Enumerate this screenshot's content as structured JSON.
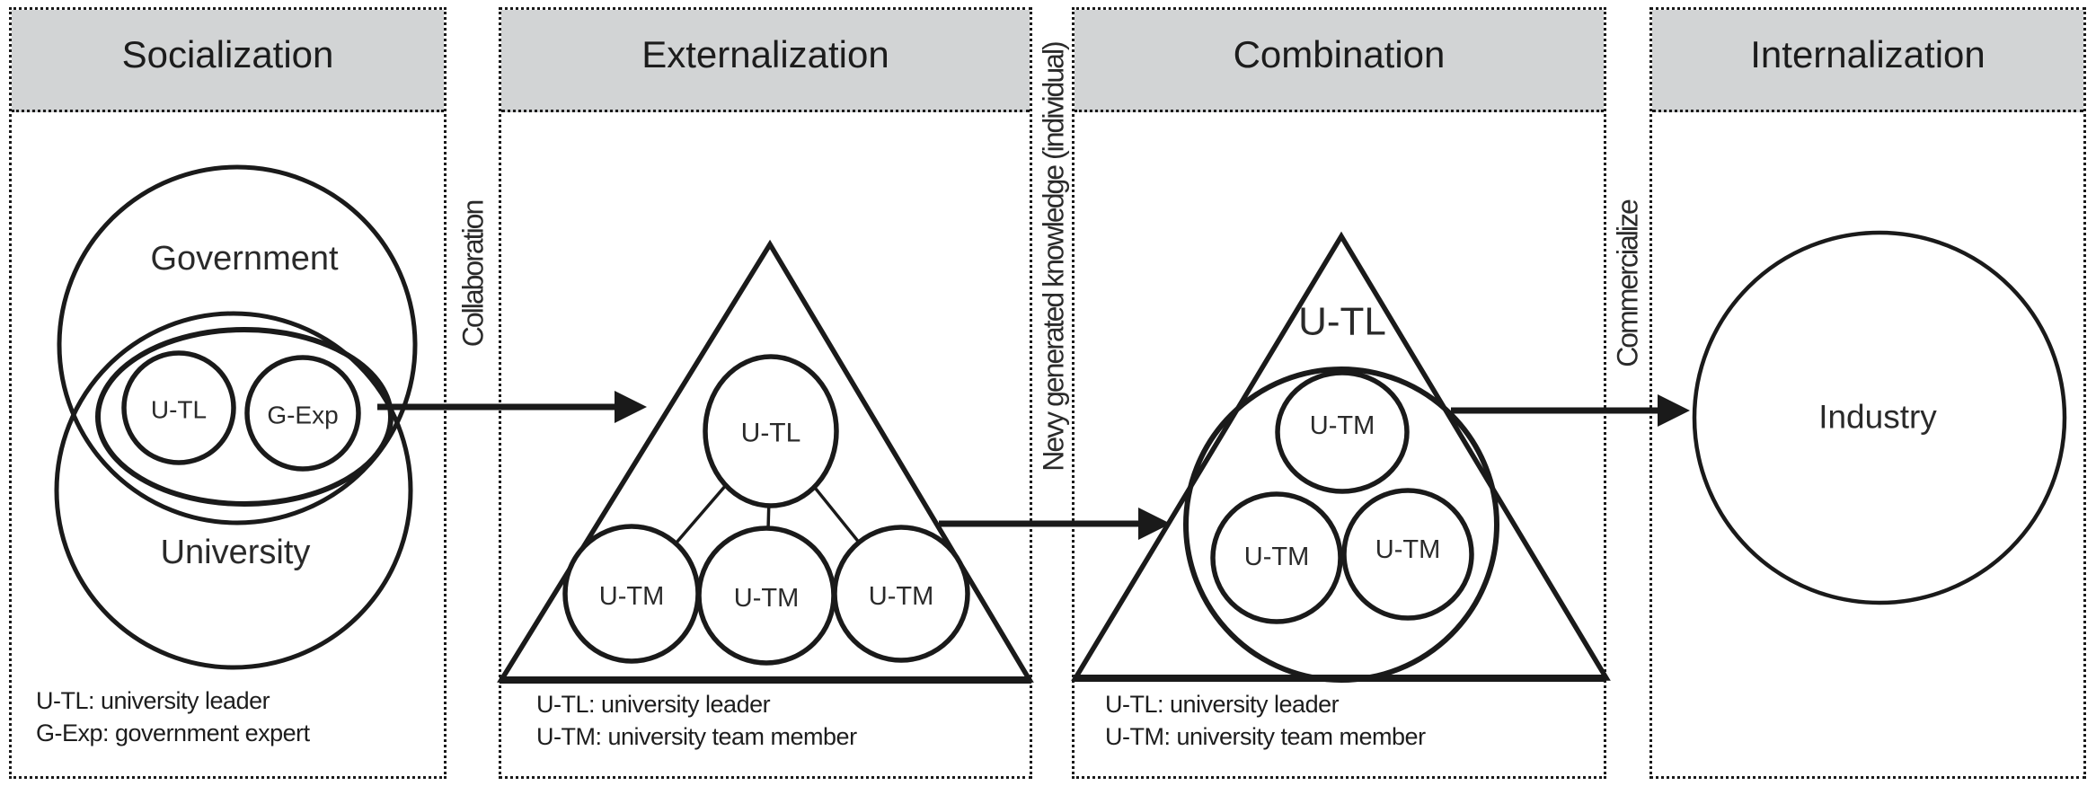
{
  "colors": {
    "header_bg": "#d2d4d5",
    "stroke": "#1a1a1a",
    "text": "#2a2a2a",
    "background": "#ffffff"
  },
  "panels": [
    {
      "title": "Socialization",
      "outer_circles": [
        "Government",
        "University"
      ],
      "inner_circles": [
        "U-TL",
        "G-Exp"
      ],
      "notes": [
        "U-TL: university leader",
        "G-Exp: government expert"
      ]
    },
    {
      "title": "Externalization",
      "leader": "U-TL",
      "members": [
        "U-TM",
        "U-TM",
        "U-TM"
      ],
      "notes": [
        "U-TL: university leader",
        "U-TM: university team member"
      ]
    },
    {
      "title": "Combination",
      "leader": "U-TL",
      "members": [
        "U-TM",
        "U-TM",
        "U-TM"
      ],
      "notes": [
        "U-TL: university leader",
        "U-TM: university team member"
      ]
    },
    {
      "title": "Internalization",
      "circle": "Industry",
      "notes": []
    }
  ],
  "flow_labels": [
    "Collaboration",
    "Nevy generated knowledge (individual)",
    "Commercialize"
  ]
}
